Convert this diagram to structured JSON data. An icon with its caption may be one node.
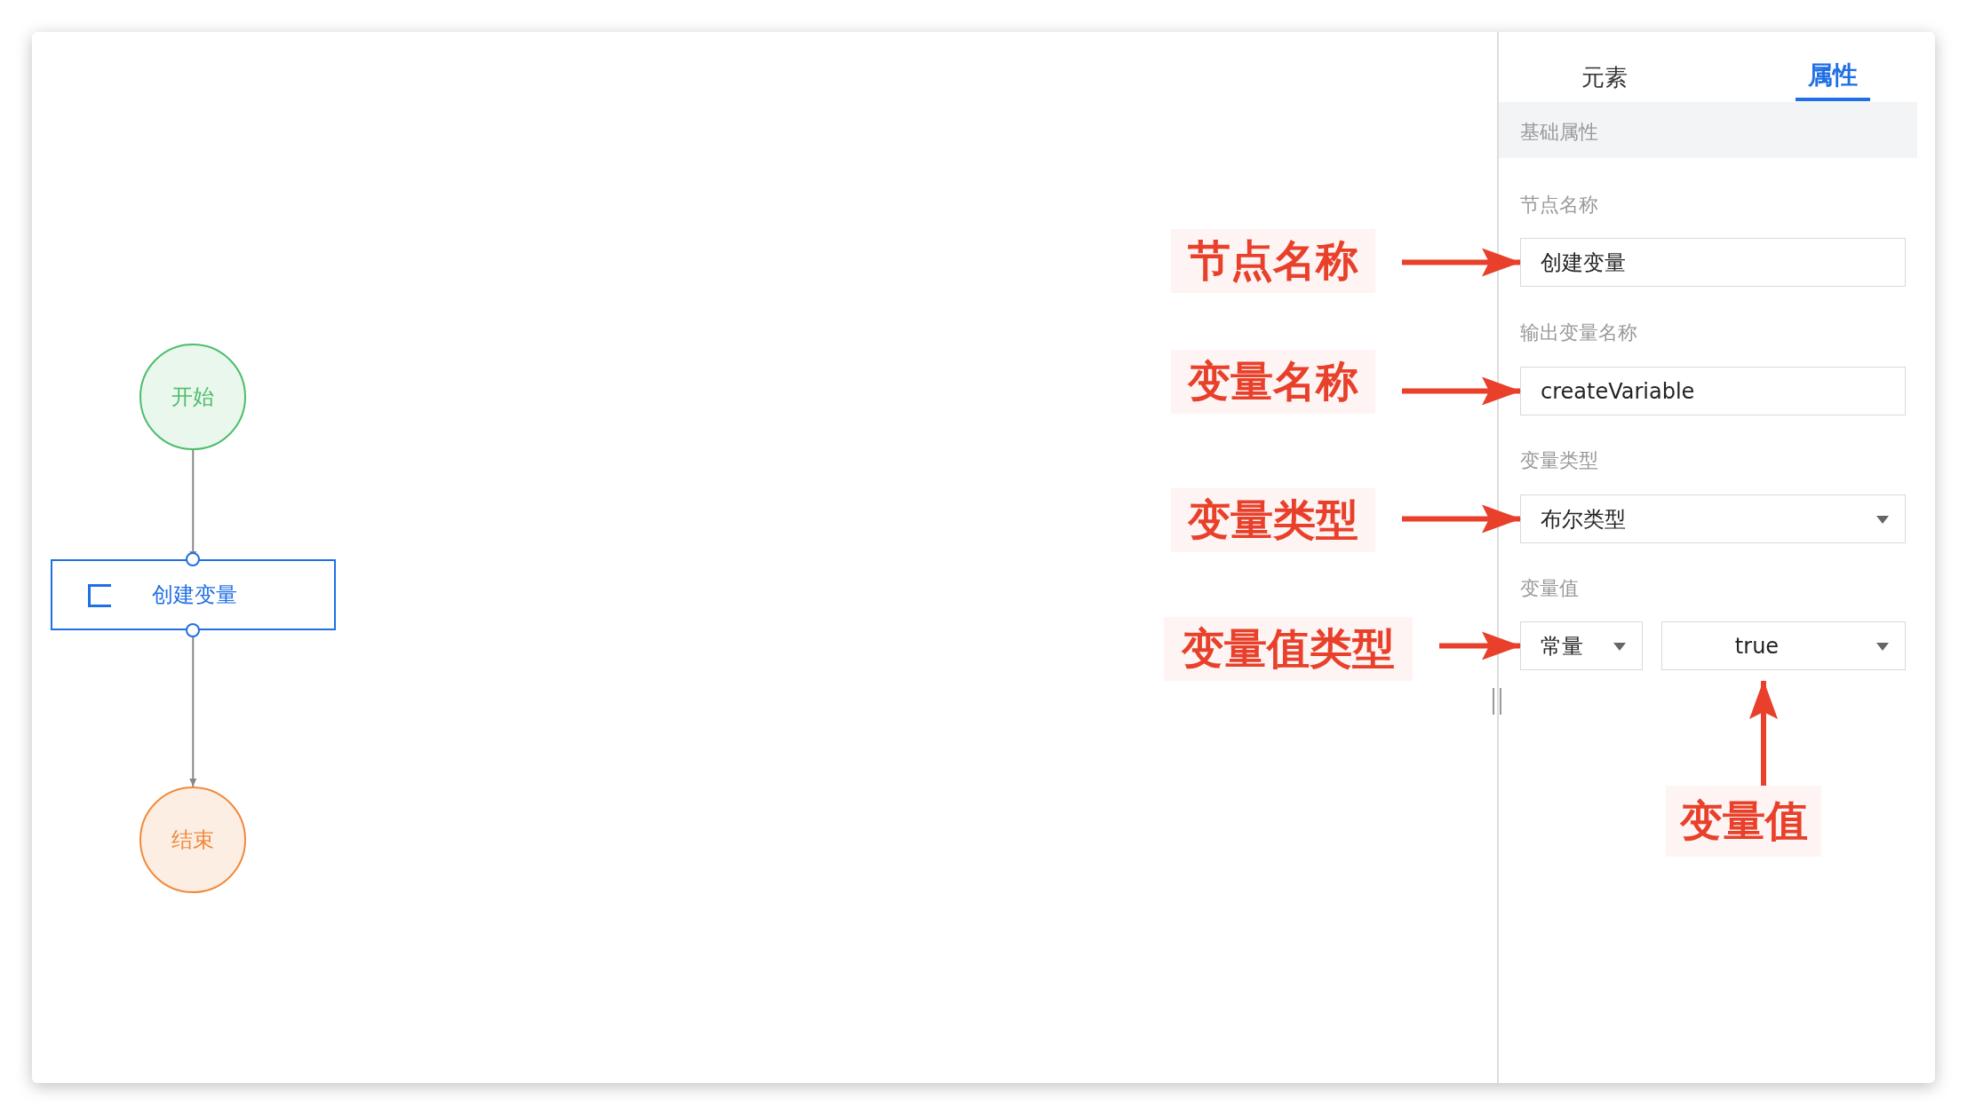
{
  "diagram": {
    "nodes": [
      {
        "text": [
          "开始"
        ]
      },
      {
        "text": [
          "创建变量"
        ]
      },
      {
        "text": [
          "结束"
        ]
      },
      {
        "text": [
          "节点名称"
        ]
      },
      {
        "text": [
          "创建变量"
        ]
      },
      {
        "text": [
          "变量名称"
        ]
      },
      {
        "text": [
          "createVariable"
        ]
      },
      {
        "text": [
          "变量类型"
        ]
      },
      {
        "text": [
          "布尔类型"
        ]
      },
      {
        "text": [
          "变量值类型"
        ]
      },
      {
        "text": [
          "常量"
        ]
      },
      {
        "text": [
          "true"
        ]
      },
      {
        "text": [
          "变量值"
        ]
      }
    ],
    "edges": [
      {
        "from": 0,
        "to": 1,
        "arrow": "to",
        "color": "#888888"
      },
      {
        "from": 1,
        "to": 2,
        "arrow": "to",
        "color": "#888888"
      },
      {
        "from": 3,
        "to": 4,
        "arrow": "to"
      },
      {
        "from": 5,
        "to": 6,
        "arrow": "to"
      },
      {
        "from": 7,
        "to": 8,
        "arrow": "to"
      },
      {
        "from": 9,
        "to": 10,
        "arrow": "to"
      },
      {
        "from": 12,
        "to": 11,
        "arrow": "to"
      }
    ],
    "labels": [
      "元素",
      "属性",
      "基础属性",
      "节点名称",
      "输出变量名称",
      "变量类型",
      "变量值"
    ]
  }
}
